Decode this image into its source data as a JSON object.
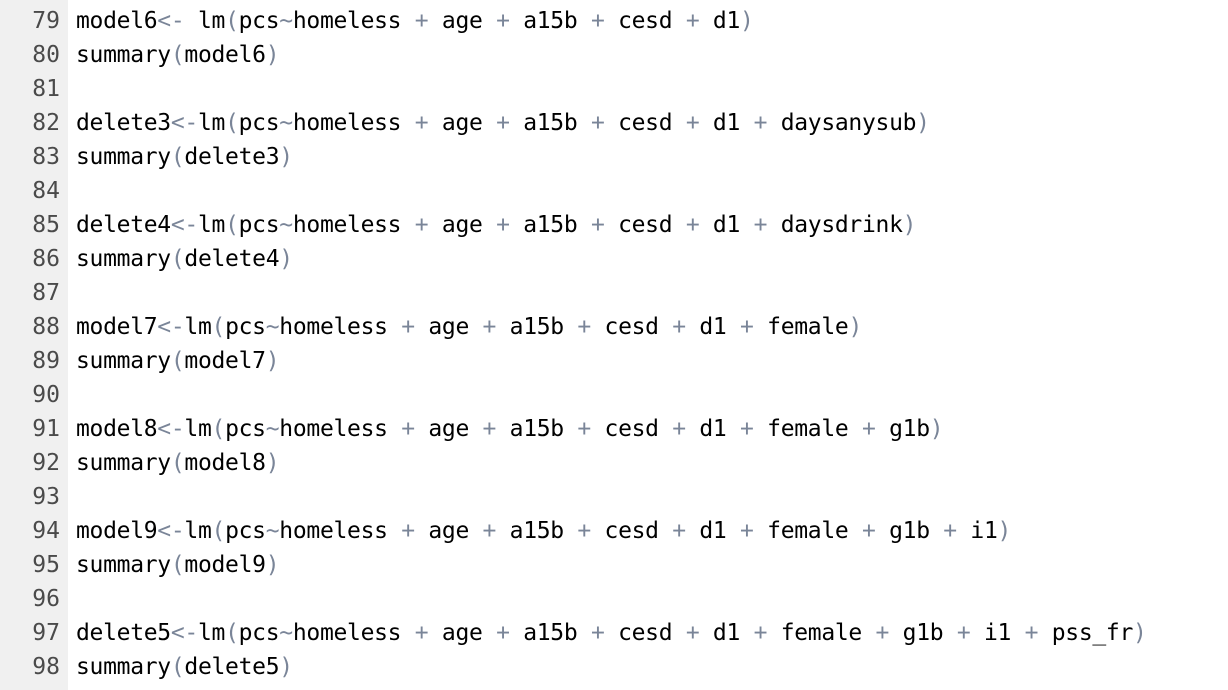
{
  "editor": {
    "lines": [
      {
        "num": "79",
        "text": "model6<- lm(pcs~homeless + age + a15b + cesd + d1)"
      },
      {
        "num": "80",
        "text": "summary(model6)"
      },
      {
        "num": "81",
        "text": ""
      },
      {
        "num": "82",
        "text": "delete3<-lm(pcs~homeless + age + a15b + cesd + d1 + daysanysub)"
      },
      {
        "num": "83",
        "text": "summary(delete3)"
      },
      {
        "num": "84",
        "text": ""
      },
      {
        "num": "85",
        "text": "delete4<-lm(pcs~homeless + age + a15b + cesd + d1 + daysdrink)"
      },
      {
        "num": "86",
        "text": "summary(delete4)"
      },
      {
        "num": "87",
        "text": ""
      },
      {
        "num": "88",
        "text": "model7<-lm(pcs~homeless + age + a15b + cesd + d1 + female)"
      },
      {
        "num": "89",
        "text": "summary(model7)"
      },
      {
        "num": "90",
        "text": ""
      },
      {
        "num": "91",
        "text": "model8<-lm(pcs~homeless + age + a15b + cesd + d1 + female + g1b)"
      },
      {
        "num": "92",
        "text": "summary(model8)"
      },
      {
        "num": "93",
        "text": ""
      },
      {
        "num": "94",
        "text": "model9<-lm(pcs~homeless + age + a15b + cesd + d1 + female + g1b + i1)"
      },
      {
        "num": "95",
        "text": "summary(model9)"
      },
      {
        "num": "96",
        "text": ""
      },
      {
        "num": "97",
        "text": "delete5<-lm(pcs~homeless + age + a15b + cesd + d1 + female + g1b + i1 + pss_fr)"
      },
      {
        "num": "98",
        "text": "summary(delete5)"
      }
    ]
  },
  "colors": {
    "text": "#000000",
    "operator": "#7a8598",
    "line_number": "#4a4a4a",
    "gutter_background": "#f0f0f0",
    "background": "#ffffff"
  }
}
